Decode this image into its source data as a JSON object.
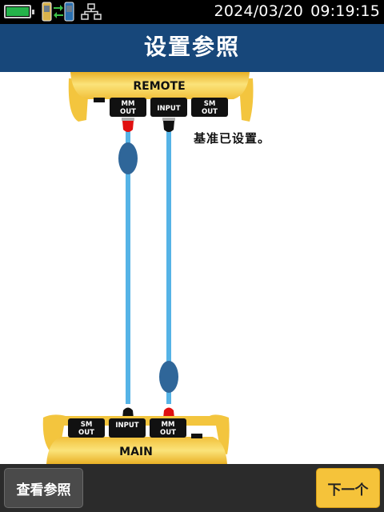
{
  "status_bar": {
    "date": "2024/03/20",
    "time": "09:19:15",
    "battery_icon": "battery-full-icon",
    "sync_icon": "device-sync-icon",
    "network_icon": "network-icon",
    "battery_color": "#25b34a"
  },
  "header": {
    "title": "设置参照",
    "background_color": "#17477a"
  },
  "diagram": {
    "remote_label": "REMOTE",
    "main_label": "MAIN",
    "remote_ports": [
      "MM\nOUT",
      "INPUT",
      "SM\nOUT"
    ],
    "main_ports": [
      "SM\nOUT",
      "INPUT",
      "MM\nOUT"
    ],
    "status_message": "基准已设置。",
    "unit_color": "#f5c33a",
    "cable_color": "#55b3e6",
    "connector_red": "#e01010",
    "connector_black": "#111111",
    "mandrel_color": "#2f6699"
  },
  "footer": {
    "view_reference_label": "查看参照",
    "next_label": "下一个"
  }
}
